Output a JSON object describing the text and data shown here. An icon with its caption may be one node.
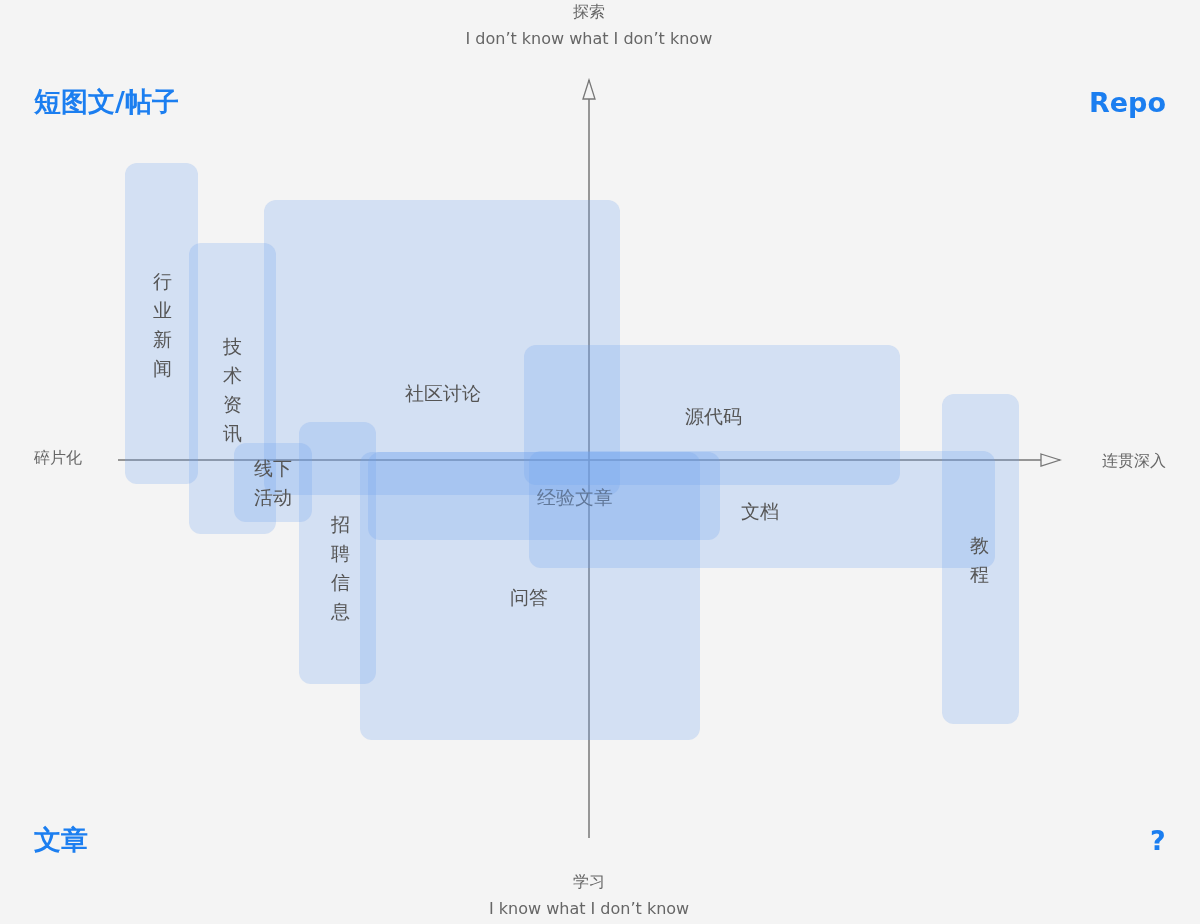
{
  "diagram": {
    "nodes": [
      {
        "text": [
          "行业新闻"
        ]
      },
      {
        "text": [
          "技术资讯"
        ]
      },
      {
        "text": [
          "社区讨论"
        ]
      },
      {
        "text": [
          "源代码"
        ]
      },
      {
        "text": [
          "线下活动"
        ]
      },
      {
        "text": [
          "招聘信息"
        ]
      },
      {
        "text": [
          "经验文章"
        ]
      },
      {
        "text": [
          "文档"
        ]
      },
      {
        "text": [
          "教程"
        ]
      },
      {
        "text": [
          "问答"
        ]
      }
    ],
    "labels": [
      "探索",
      "I don’t know what I don’t know",
      "短图文/帖子",
      "Repo",
      "碎片化",
      "连贯深入",
      "文章",
      "?",
      "学习",
      "I know what I don’t know"
    ]
  }
}
